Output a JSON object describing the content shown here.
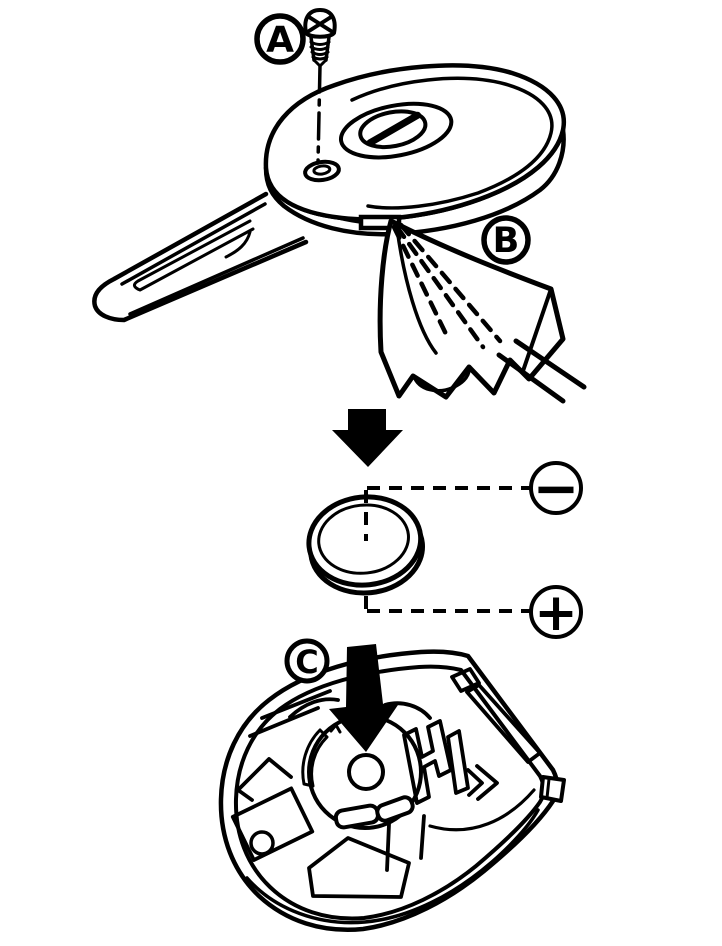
{
  "figure": {
    "type": "instructional-line-diagram",
    "subject": "key fob battery replacement steps",
    "background_color": "#ffffff",
    "line_color": "#000000",
    "callout_a": "A",
    "callout_b": "B",
    "callout_c": "C",
    "polarity_negative": "−",
    "polarity_positive": "+"
  }
}
